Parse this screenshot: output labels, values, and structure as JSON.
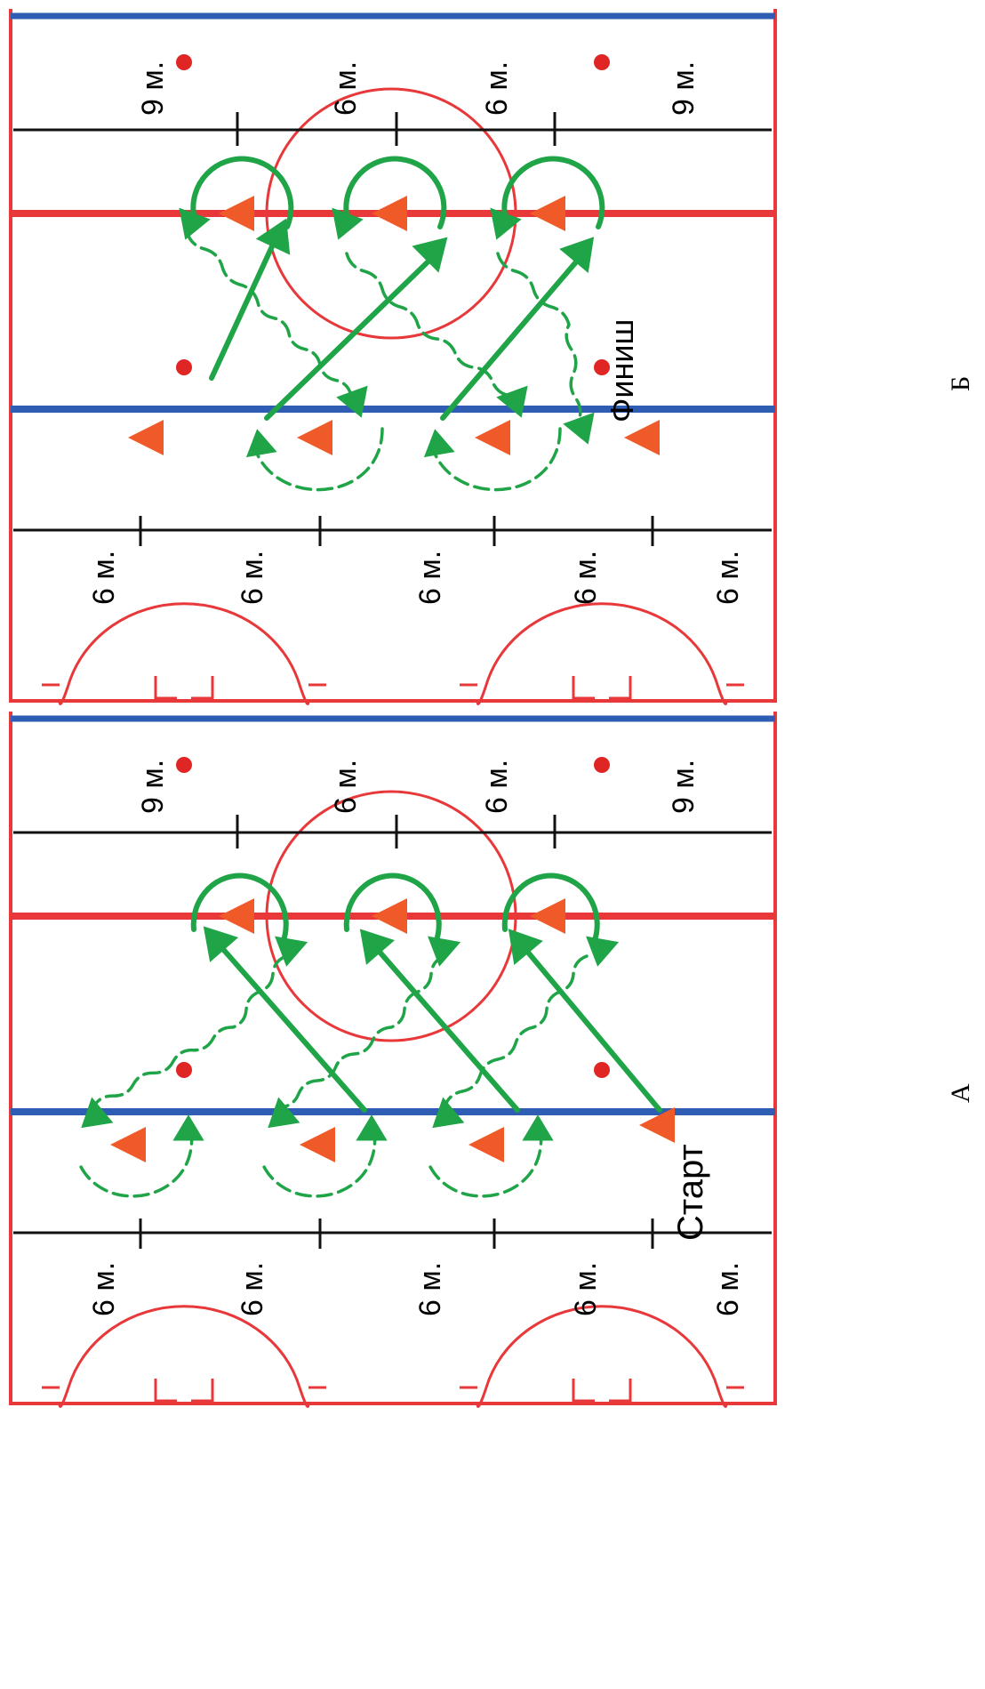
{
  "colors": {
    "red_line": "#e8383a",
    "blue_line": "#2f5db3",
    "cone": "#f05a28",
    "path": "#1fa447",
    "dot": "#e02525",
    "black": "#111111"
  },
  "panels": [
    {
      "caption": "А",
      "note": "Старт",
      "markers_top": [
        "9 м.",
        "6 м.",
        "6 м.",
        "9 м."
      ],
      "markers_bottom": [
        "6 м.",
        "6 м.",
        "6 м.",
        "6 м.",
        "6 м."
      ]
    },
    {
      "caption": "Б",
      "note": "Финиш",
      "markers_top": [
        "9 м.",
        "6 м.",
        "6 м.",
        "9 м."
      ],
      "markers_bottom": [
        "6 м.",
        "6 м.",
        "6 м.",
        "6 м.",
        "6 м."
      ]
    }
  ]
}
